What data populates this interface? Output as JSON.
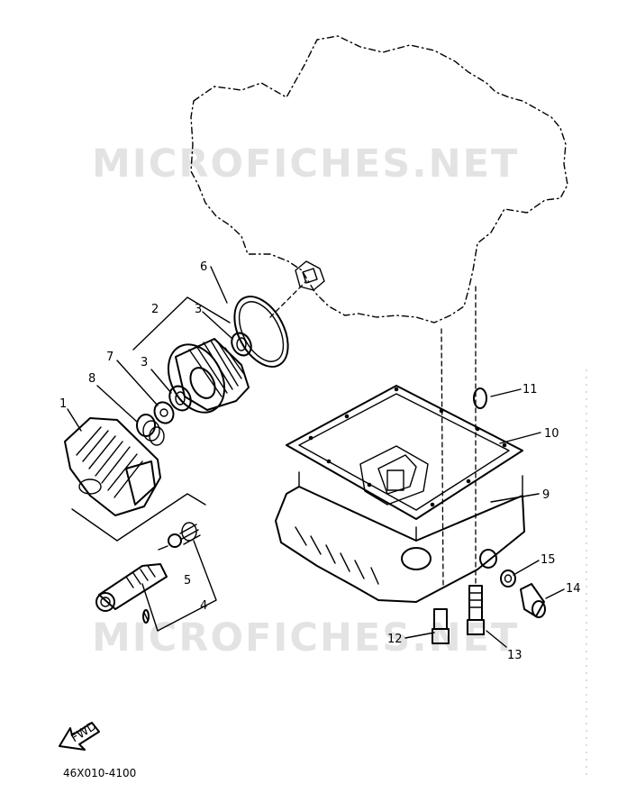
{
  "watermark": {
    "top": "MICROFICHES.NET",
    "bottom": "MICROFICHES.NET"
  },
  "fwd_label": "FWD",
  "drawing_code": "46X010-4100",
  "callouts": {
    "c1": "1",
    "c2": "2",
    "c3a": "3",
    "c3b": "3",
    "c4": "4",
    "c5": "5",
    "c6": "6",
    "c7": "7",
    "c8": "8",
    "c9": "9",
    "c10": "10",
    "c11": "11",
    "c12": "12",
    "c13": "13",
    "c14": "14",
    "c15": "15"
  },
  "icons": {
    "fwd": "fwd-arrow-icon"
  }
}
